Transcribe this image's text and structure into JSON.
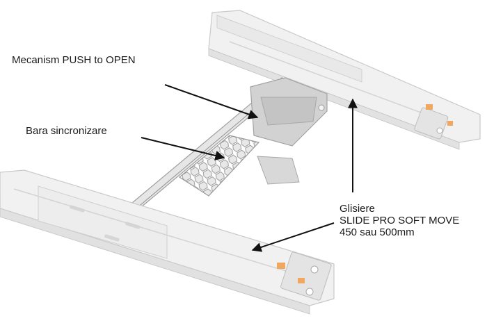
{
  "labels": {
    "push_to_open": "Mecanism PUSH to OPEN",
    "sync_bar": "Bara sincronizare",
    "slides_line1": "Glisiere",
    "slides_line2": "SLIDE PRO SOFT MOVE",
    "slides_line3": "450 sau 500mm"
  },
  "colors": {
    "rail_fill": "#f1f1f1",
    "rail_edge": "#c9c9c9",
    "rail_shadow": "#dcdcdc",
    "mechanism": "#cfcfcf",
    "mesh": "#bdbdbd",
    "accent_orange": "#f0a860",
    "arrow": "#111111",
    "text": "#1a1a1a"
  }
}
